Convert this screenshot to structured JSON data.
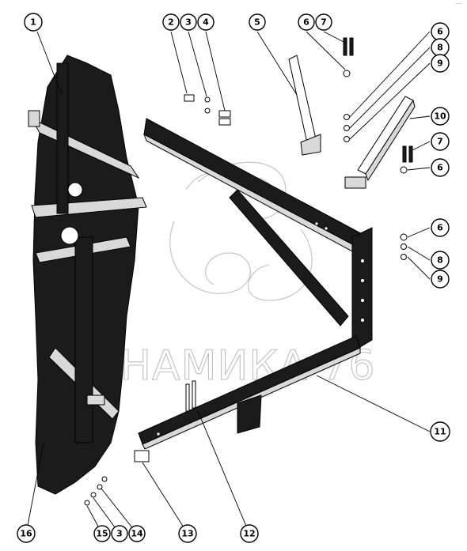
{
  "corner_mark": "‒‒",
  "watermark": {
    "text": "ИНАМИКА 76",
    "color": "#8c8c8c"
  },
  "callouts": [
    {
      "id": "c1",
      "label": "1"
    },
    {
      "id": "c2",
      "label": "2"
    },
    {
      "id": "c3a",
      "label": "3"
    },
    {
      "id": "c4",
      "label": "4"
    },
    {
      "id": "c5",
      "label": "5"
    },
    {
      "id": "c6a",
      "label": "6"
    },
    {
      "id": "c7a",
      "label": "7"
    },
    {
      "id": "c6b",
      "label": "6"
    },
    {
      "id": "c8a",
      "label": "8"
    },
    {
      "id": "c9a",
      "label": "9"
    },
    {
      "id": "c10",
      "label": "10"
    },
    {
      "id": "c7b",
      "label": "7"
    },
    {
      "id": "c6c",
      "label": "6"
    },
    {
      "id": "c6d",
      "label": "6"
    },
    {
      "id": "c8b",
      "label": "8"
    },
    {
      "id": "c9b",
      "label": "9"
    },
    {
      "id": "c11",
      "label": "11"
    },
    {
      "id": "c16",
      "label": "16"
    },
    {
      "id": "c15",
      "label": "15"
    },
    {
      "id": "c3b",
      "label": "3"
    },
    {
      "id": "c14",
      "label": "14"
    },
    {
      "id": "c13",
      "label": "13"
    },
    {
      "id": "c12",
      "label": "12"
    }
  ],
  "colors": {
    "steel_dark": "#1b1b1b",
    "steel_light": "#d9d9d9",
    "line": "#000000"
  }
}
